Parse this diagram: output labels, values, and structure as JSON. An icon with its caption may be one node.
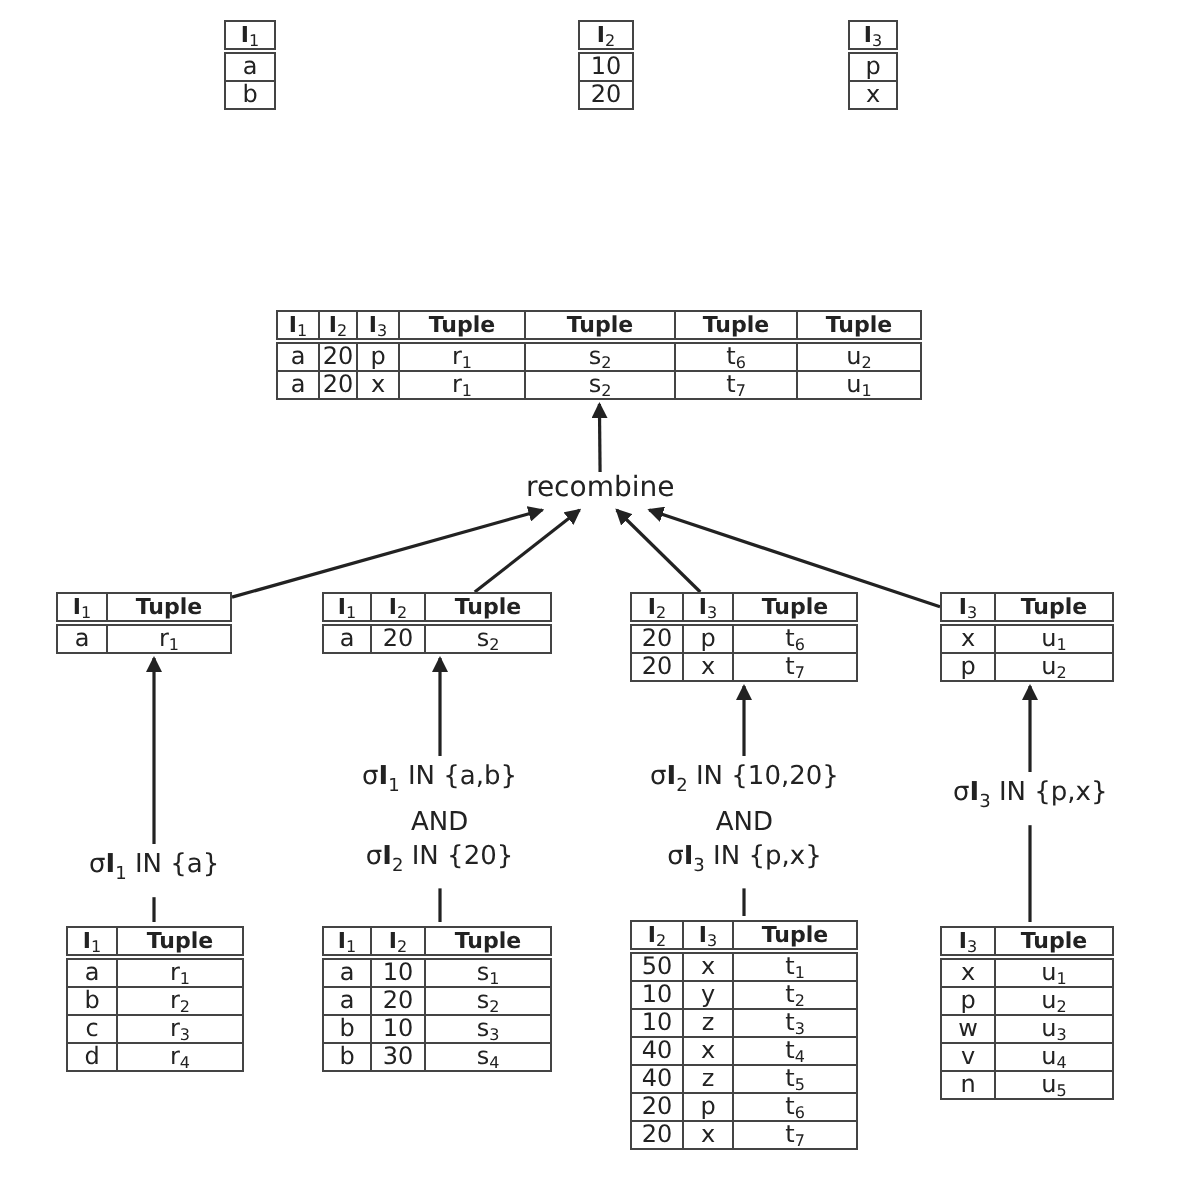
{
  "diagram": {
    "nodes": [
      {
        "text": [
          "I$_{1}$",
          "a",
          "b"
        ]
      },
      {
        "text": [
          "I$_{2}$",
          "10",
          "20"
        ]
      },
      {
        "text": [
          "I$_{3}$",
          "p",
          "x"
        ]
      },
      {
        "text": [
          "I$_{1}$",
          "I$_{2}$",
          "I$_{3}$",
          "Tuple",
          "Tuple",
          "Tuple",
          "Tuple",
          "a",
          "20",
          "p",
          "r$_{1}$",
          "s$_{2}$",
          "t$_{6}$",
          "u$_{2}$",
          "a",
          "20",
          "x",
          "r$_{1}$",
          "s$_{2}$",
          "t$_{7}$",
          "u$_{1}$"
        ]
      },
      {
        "text": [
          "recombine"
        ]
      },
      {
        "text": [
          "I$_{1}$",
          "Tuple",
          "a",
          "r$_{1}$"
        ]
      },
      {
        "text": [
          "I$_{1}$",
          "I$_{2}$",
          "Tuple",
          "a",
          "20",
          "s$_{2}$"
        ]
      },
      {
        "text": [
          "I$_{2}$",
          "I$_{3}$",
          "Tuple",
          "20",
          "p",
          "t$_{6}$",
          "20",
          "x",
          "t$_{7}$"
        ]
      },
      {
        "text": [
          "I$_{3}$",
          "Tuple",
          "x",
          "u$_{1}$",
          "p",
          "u$_{2}$"
        ]
      },
      {
        "text": [
          "σ**I**$_{1}$ IN {a}"
        ]
      },
      {
        "text": [
          "σ**I**$_{1}$ IN {a,b}",
          "AND",
          "σ**I**$_{2}$ IN {20}"
        ]
      },
      {
        "text": [
          "σ**I**$_{2}$ IN {10,20}",
          "AND",
          "σ**I**$_{3}$ IN {p,x}"
        ]
      },
      {
        "text": [
          "σ**I**$_{3}$ IN {p,x}"
        ]
      },
      {
        "text": [
          "I$_{1}$",
          "Tuple",
          "a",
          "r$_{1}$",
          "b",
          "r$_{2}$",
          "c",
          "r$_{3}$",
          "d",
          "r$_{4}$"
        ]
      },
      {
        "text": [
          "I$_{1}$",
          "I$_{2}$",
          "Tuple",
          "a",
          "10",
          "s$_{1}$",
          "a",
          "20",
          "s$_{2}$",
          "b",
          "10",
          "s$_{3}$",
          "b",
          "30",
          "s$_{4}$"
        ]
      },
      {
        "text": [
          "I$_{2}$",
          "I$_{3}$",
          "Tuple",
          "50",
          "x",
          "t$_{1}$",
          "10",
          "y",
          "t$_{2}$",
          "10",
          "z",
          "t$_{3}$",
          "40",
          "x",
          "t$_{4}$",
          "40",
          "z",
          "t$_{5}$",
          "20",
          "p",
          "t$_{6}$",
          "20",
          "x",
          "t$_{7}$"
        ]
      },
      {
        "text": [
          "I$_{3}$",
          "Tuple",
          "x",
          "u$_{1}$",
          "p",
          "u$_{2}$",
          "w",
          "u$_{3}$",
          "v",
          "u$_{4}$",
          "n",
          "u$_{5}$"
        ]
      }
    ],
    "edges": [
      {
        "from": 5,
        "to": 4,
        "arrow": "to"
      },
      {
        "from": 6,
        "to": 4,
        "arrow": "to"
      },
      {
        "from": 7,
        "to": 4,
        "arrow": "to"
      },
      {
        "from": 8,
        "to": 4,
        "arrow": "to"
      },
      {
        "from": 4,
        "to": 3,
        "arrow": "to"
      },
      {
        "from": 9,
        "to": 5,
        "arrow": "to"
      },
      {
        "from": 10,
        "to": 6,
        "arrow": "to"
      },
      {
        "from": 11,
        "to": 7,
        "arrow": "to"
      },
      {
        "from": 12,
        "to": 8,
        "arrow": "to"
      },
      {
        "from": 13,
        "to": 9,
        "arrow": "none"
      },
      {
        "from": 14,
        "to": 10,
        "arrow": "none"
      },
      {
        "from": 15,
        "to": 11,
        "arrow": "none"
      },
      {
        "from": 16,
        "to": 12,
        "arrow": "none"
      }
    ]
  }
}
